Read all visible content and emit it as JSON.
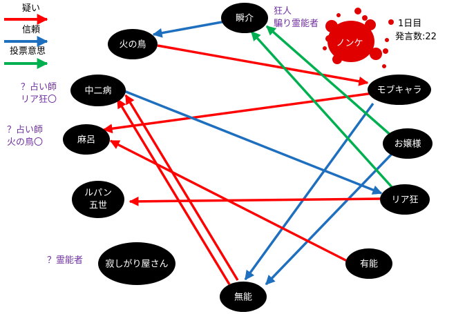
{
  "legend": [
    {
      "label": "疑い",
      "color": "#ff0000"
    },
    {
      "label": "信頼",
      "color": "#1f6fbf"
    },
    {
      "label": "投票意思",
      "color": "#00b050"
    }
  ],
  "status": {
    "day": "1日目",
    "speech_count": "発言数:22"
  },
  "dead": {
    "label": "ノンケ",
    "color": "#e00000"
  },
  "nodes": {
    "shunsuke": "瞬介",
    "hinotori": "火の鳥",
    "chunibyo": "中二病",
    "mahiro": "麻呂",
    "lupin_l1": "ルパン",
    "lupin_l2": "五世",
    "sabishigari": "寂しがり屋さん",
    "munou": "無能",
    "moburkyara": "モブキャラ",
    "ojousama": "お嬢様",
    "riakyo": "リア狂",
    "yuunou": "有能"
  },
  "annotations": {
    "shunsuke_1": "狂人",
    "shunsuke_2": "騙り霊能者",
    "chunibyo_1": "？占い師",
    "chunibyo_2": "リア狂〇",
    "mahiro_1": "？占い師",
    "mahiro_2": "火の鳥〇",
    "sabishigari_1": "？霊能者"
  },
  "edges": [
    {
      "from": "瞬介",
      "to": "火の鳥",
      "type": "信頼"
    },
    {
      "from": "火の鳥",
      "to": "モブキャラ",
      "type": "疑い"
    },
    {
      "from": "モブキャラ",
      "to": "麻呂",
      "type": "疑い"
    },
    {
      "from": "中二病",
      "to": "リア狂",
      "type": "信頼"
    },
    {
      "from": "モブキャラ",
      "to": "無能",
      "type": "信頼"
    },
    {
      "from": "お嬢様",
      "to": "無能",
      "type": "信頼"
    },
    {
      "from": "お嬢様",
      "to": "瞬介",
      "type": "投票意思"
    },
    {
      "from": "リア狂",
      "to": "瞬介",
      "type": "投票意思"
    },
    {
      "from": "リア狂",
      "to": "ルパン五世",
      "type": "疑い"
    },
    {
      "from": "有能",
      "to": "麻呂",
      "type": "疑い"
    },
    {
      "from": "無能",
      "to": "中二病",
      "type": "疑い"
    },
    {
      "from": "無能",
      "to": "中二病",
      "type": "疑い"
    }
  ]
}
